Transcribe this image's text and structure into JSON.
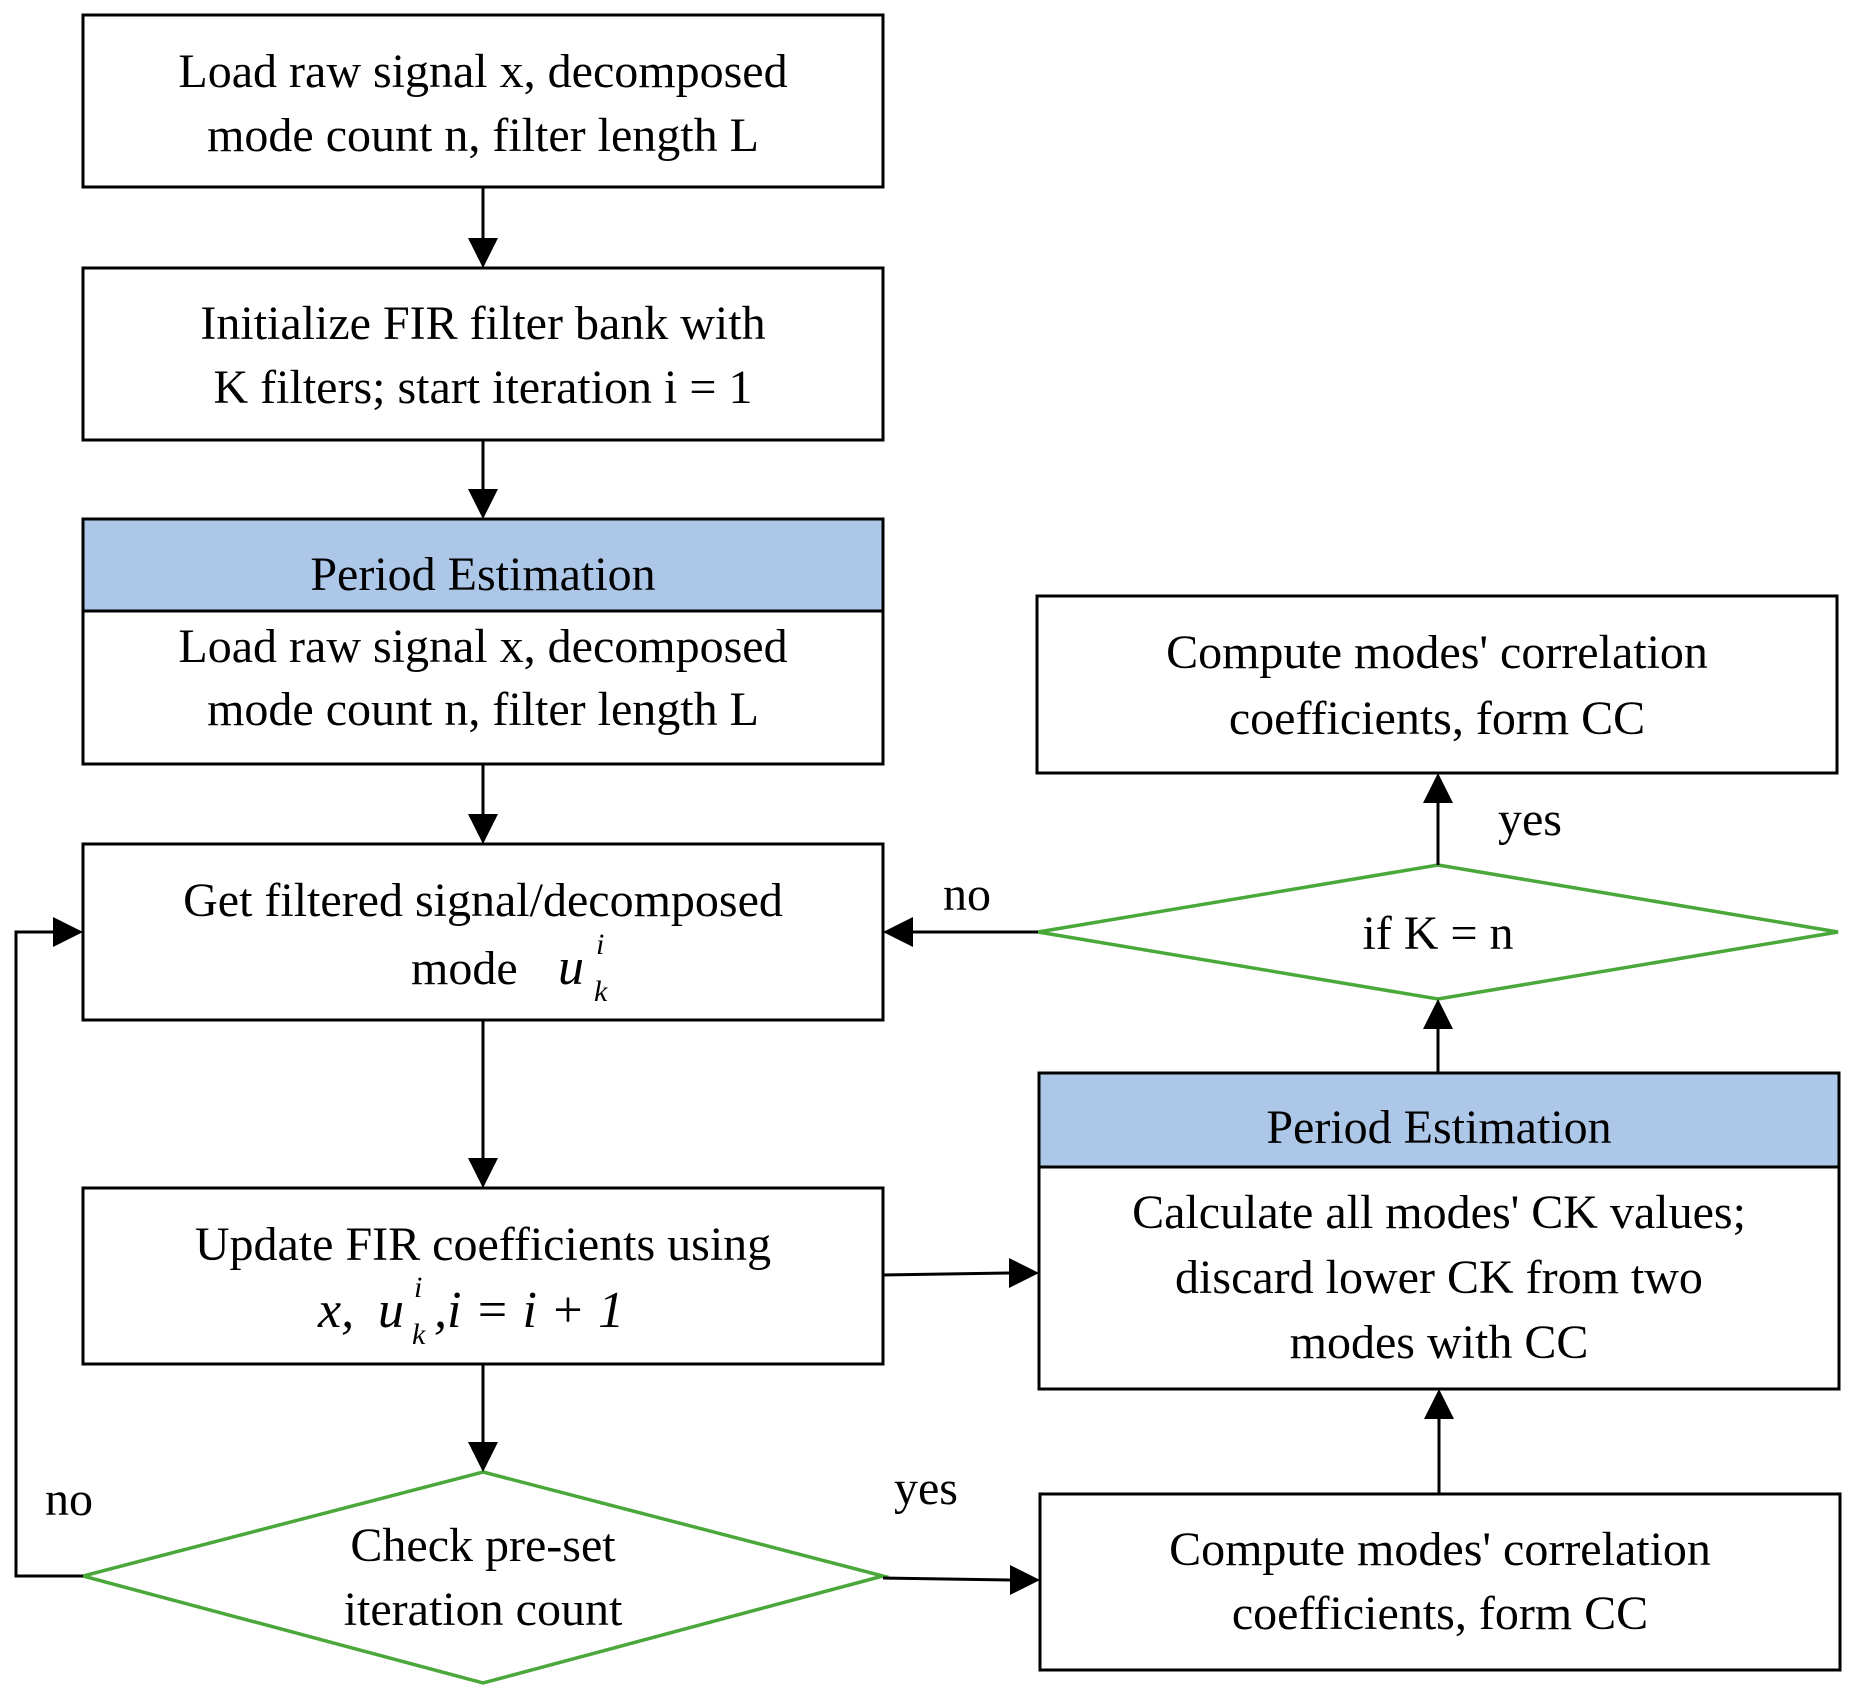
{
  "box_load": {
    "line1": "Load raw signal x, decomposed",
    "line2": "mode count n, filter length L"
  },
  "box_init": {
    "line1": "Initialize FIR filter bank with",
    "line2": "K filters; start iteration i = 1"
  },
  "box_period1": {
    "header": "Period Estimation",
    "line1": "Load raw signal x, decomposed",
    "line2": "mode count n, filter length L"
  },
  "box_get": {
    "line1": "Get filtered signal/decomposed",
    "line2_prefix": "mode",
    "math_var": "u",
    "math_sup": "i",
    "math_sub": "k"
  },
  "box_update": {
    "line1": "Update FIR coefficients using",
    "math_x": "x,",
    "math_u": "u",
    "math_sup": "i",
    "math_sub": "k",
    "math_rest": ",i = i + 1"
  },
  "decision_check": {
    "line1": "Check pre-set",
    "line2": "iteration count"
  },
  "box_compute_bottom": {
    "line1": "Compute modes' correlation",
    "line2": "coefficients, form CC"
  },
  "box_period2": {
    "header": "Period Estimation",
    "line1": "Calculate all modes' CK values;",
    "line2": "discard lower CK from two",
    "line3": "modes with CC"
  },
  "decision_k": {
    "label": "if K = n"
  },
  "box_compute_top": {
    "line1": "Compute modes' correlation",
    "line2": "coefficients, form CC"
  },
  "edge_labels": {
    "no_left": "no",
    "yes_bottom": "yes",
    "no_right": "no",
    "yes_top": "yes"
  }
}
